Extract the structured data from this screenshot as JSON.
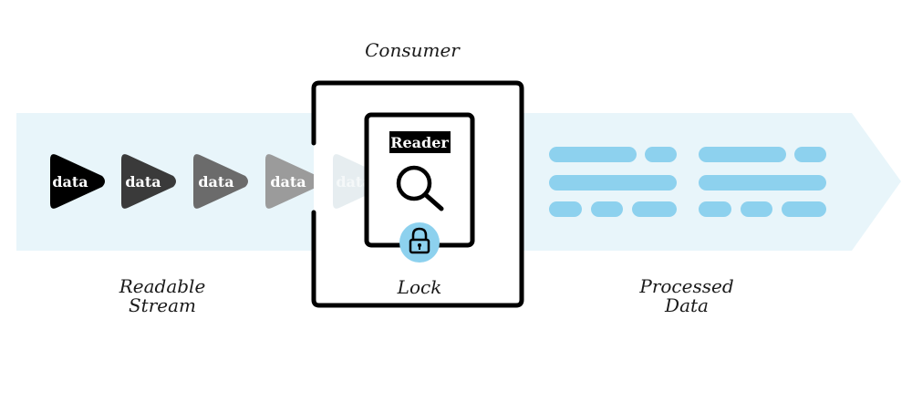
{
  "diagram": {
    "consumer_label": "Consumer",
    "stream_label_line1": "Readable",
    "stream_label_line2": "Stream",
    "processed_label_line1": "Processed",
    "processed_label_line2": "Data",
    "lock_label": "Lock",
    "reader_label": "Reader",
    "chunks": [
      {
        "label": "data",
        "color": "#000000"
      },
      {
        "label": "data",
        "color": "#3a3a3a"
      },
      {
        "label": "data",
        "color": "#6b6b6b"
      },
      {
        "label": "data",
        "color": "#9b9b9b"
      },
      {
        "label": "data",
        "color": "#d5dde0"
      }
    ],
    "icons": {
      "reader": "magnifier-icon",
      "lock": "padlock-icon"
    },
    "colors": {
      "stream_band": "#e8f5fa",
      "processed_bars": "#8dd1ee",
      "lock_circle": "#8dd1ee",
      "consumer_border": "#000000"
    }
  }
}
